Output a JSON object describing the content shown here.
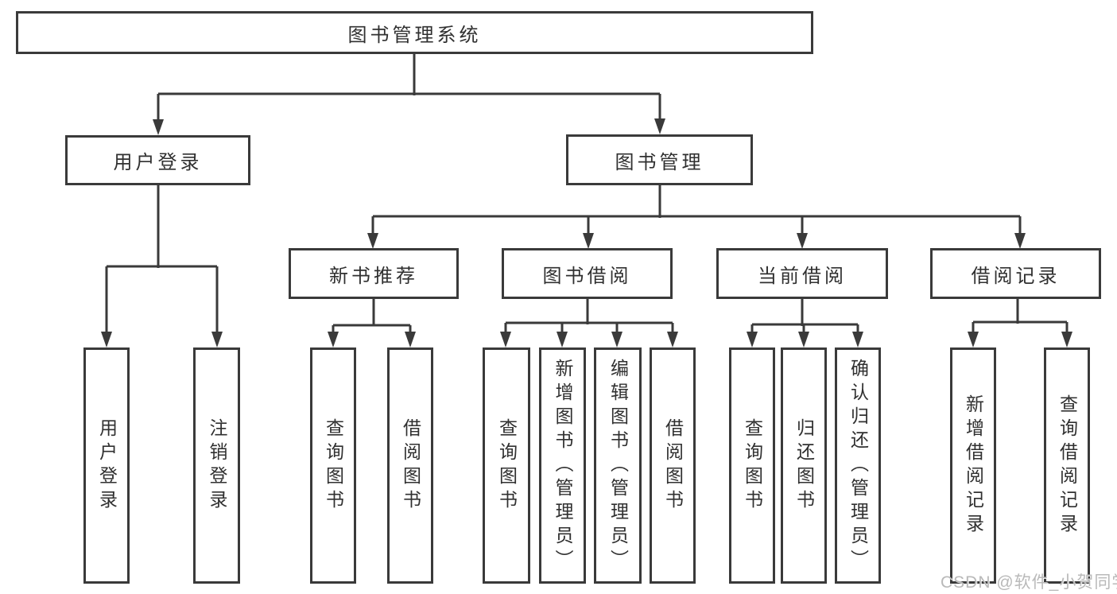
{
  "nodes": {
    "root": {
      "label": "图书管理系统"
    },
    "level2": [
      {
        "id": "user-login",
        "label": "用户登录"
      },
      {
        "id": "book-management",
        "label": "图书管理"
      }
    ],
    "level3": [
      {
        "id": "new-book-recommend",
        "parent": "图书管理",
        "label": "新书推荐"
      },
      {
        "id": "book-borrow",
        "parent": "图书管理",
        "label": "图书借阅"
      },
      {
        "id": "current-borrow",
        "parent": "图书管理",
        "label": "当前借阅"
      },
      {
        "id": "borrow-records",
        "parent": "图书管理",
        "label": "借阅记录"
      }
    ],
    "leaves": [
      {
        "parent": "用户登录",
        "label": "用户登录"
      },
      {
        "parent": "用户登录",
        "label": "注销登录"
      },
      {
        "parent": "新书推荐",
        "label": "查询图书"
      },
      {
        "parent": "新书推荐",
        "label": "借阅图书"
      },
      {
        "parent": "图书借阅",
        "label": "查询图书"
      },
      {
        "parent": "图书借阅",
        "label": "新增图书（管理员）"
      },
      {
        "parent": "图书借阅",
        "label": "编辑图书（管理员）"
      },
      {
        "parent": "图书借阅",
        "label": "借阅图书"
      },
      {
        "parent": "当前借阅",
        "label": "查询图书"
      },
      {
        "parent": "当前借阅",
        "label": "归还图书"
      },
      {
        "parent": "当前借阅",
        "label": "确认归还（管理员）"
      },
      {
        "parent": "借阅记录",
        "label": "新增借阅记录"
      },
      {
        "parent": "借阅记录",
        "label": "查询借阅记录"
      }
    ]
  },
  "watermark": "CSDN @软件_小贺同学",
  "colors": {
    "line": "#3a3a3a",
    "border": "#3a3a3a",
    "background": "#ffffff",
    "text": "#303030",
    "watermark": "#b9b9b9"
  }
}
